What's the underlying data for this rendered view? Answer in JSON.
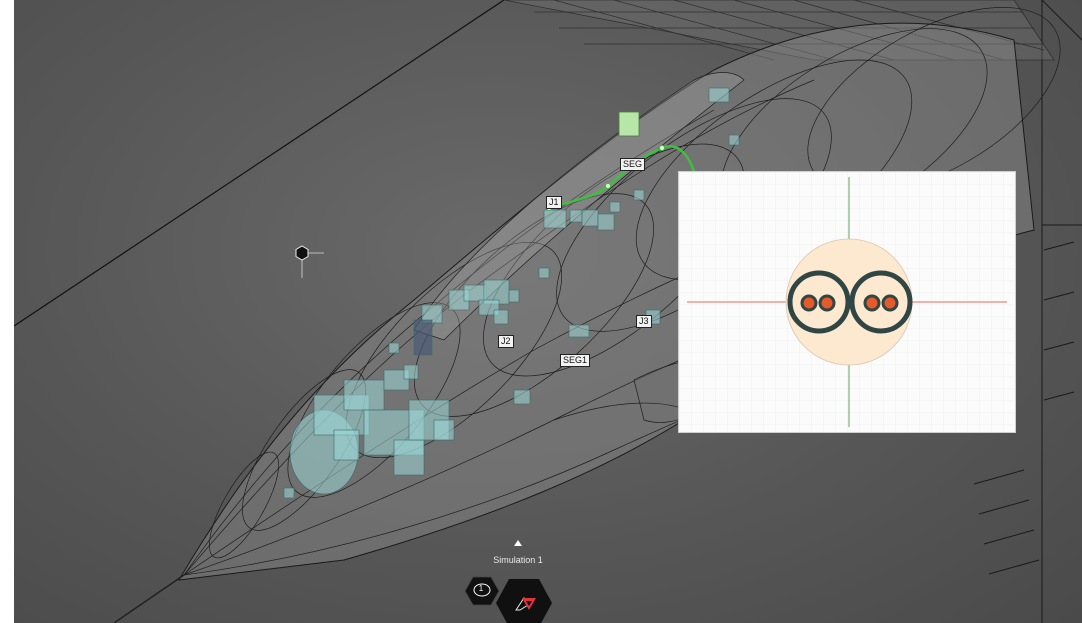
{
  "viewport": {
    "labels": {
      "seg_top": "SEG",
      "j1": "J1",
      "j2": "J2",
      "j3": "J3",
      "seg1": "SEG1"
    }
  },
  "inset": {
    "colors": {
      "disc_fill": "#fde8d0",
      "ring_stroke": "#2f4644",
      "pin_color": "#e45a2a",
      "axis_horizontal": "#e06d5e",
      "axis_vertical": "#5fa35f"
    }
  },
  "simulation": {
    "label": "Simulation 1",
    "message_count": "1"
  },
  "colors": {
    "wire": "#3fbf3f",
    "component": "#9fd8d8",
    "viewport_bg": "#5b5b5b"
  }
}
